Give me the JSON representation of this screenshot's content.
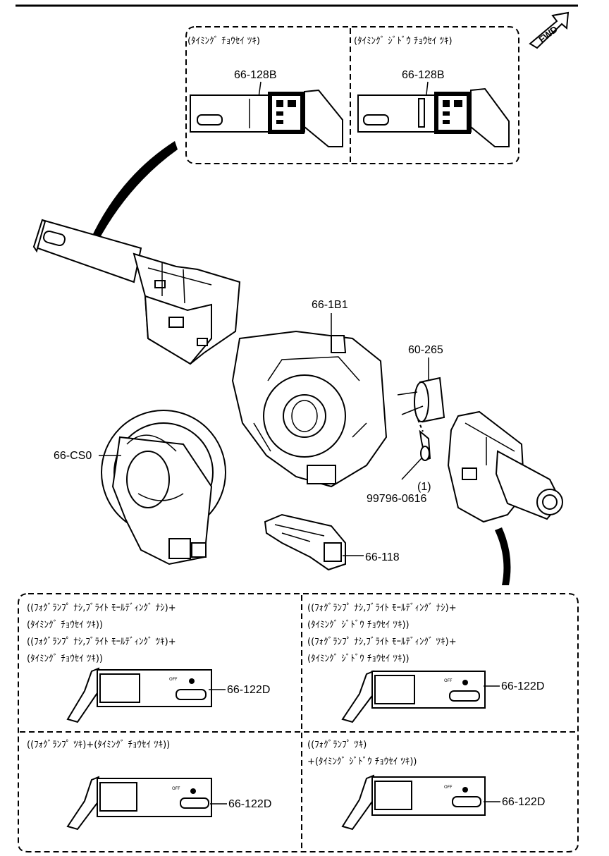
{
  "top_boxes": [
    {
      "caption": "(ﾀｲﾐﾝｸﾞ ﾁｮｳｾｲ ﾂｷ)",
      "part_no": "66-128B"
    },
    {
      "caption": "(ﾀｲﾐﾝｸﾞ ｼﾞﾄﾞｳ ﾁｮｳｾｲ ﾂｷ)",
      "part_no": "66-128B"
    }
  ],
  "fwd_label": "FWD",
  "parts": {
    "clock_spring_unit": "66-1B1",
    "cap": "60-265",
    "clock_spring": "66-CS0",
    "screw_qty": "(1)",
    "screw_no": "99796-0616",
    "connector": "66-118"
  },
  "bottom_boxes": [
    {
      "lines": [
        "((ﾌｫｸﾞﾗﾝﾌﾟ ﾅｼ,ﾌﾞﾗｲﾄ ﾓｰﾙﾃﾞｨﾝｸﾞ ﾅｼ)+",
        "(ﾀｲﾐﾝｸﾞ ﾁｮｳｾｲ ﾂｷ))",
        "((ﾌｫｸﾞﾗﾝﾌﾟ ﾅｼ,ﾌﾞﾗｲﾄ ﾓｰﾙﾃﾞｨﾝｸﾞ ﾂｷ)+",
        "(ﾀｲﾐﾝｸﾞ ﾁｮｳｾｲ ﾂｷ))"
      ],
      "part_no": "66-122D"
    },
    {
      "lines": [
        "((ﾌｫｸﾞﾗﾝﾌﾟ ﾅｼ,ﾌﾞﾗｲﾄ ﾓｰﾙﾃﾞｨﾝｸﾞ ﾅｼ)+",
        "(ﾀｲﾐﾝｸﾞ ｼﾞﾄﾞｳ ﾁｮｳｾｲ ﾂｷ))",
        "((ﾌｫｸﾞﾗﾝﾌﾟ ﾅｼ,ﾌﾞﾗｲﾄ ﾓｰﾙﾃﾞｨﾝｸﾞ ﾂｷ)+",
        "(ﾀｲﾐﾝｸﾞ ｼﾞﾄﾞｳ ﾁｮｳｾｲ ﾂｷ))"
      ],
      "part_no": "66-122D"
    },
    {
      "lines": [
        "((ﾌｫｸﾞﾗﾝﾌﾟ ﾂｷ)+(ﾀｲﾐﾝｸﾞ ﾁｮｳｾｲ ﾂｷ))"
      ],
      "part_no": "66-122D"
    },
    {
      "lines": [
        "((ﾌｫｸﾞﾗﾝﾌﾟ ﾂｷ)",
        "+(ﾀｲﾐﾝｸﾞ ｼﾞﾄﾞｳ ﾁｮｳｾｲ ﾂｷ))"
      ],
      "part_no": "66-122D"
    }
  ],
  "switch_markings": {
    "off": "OFF"
  }
}
